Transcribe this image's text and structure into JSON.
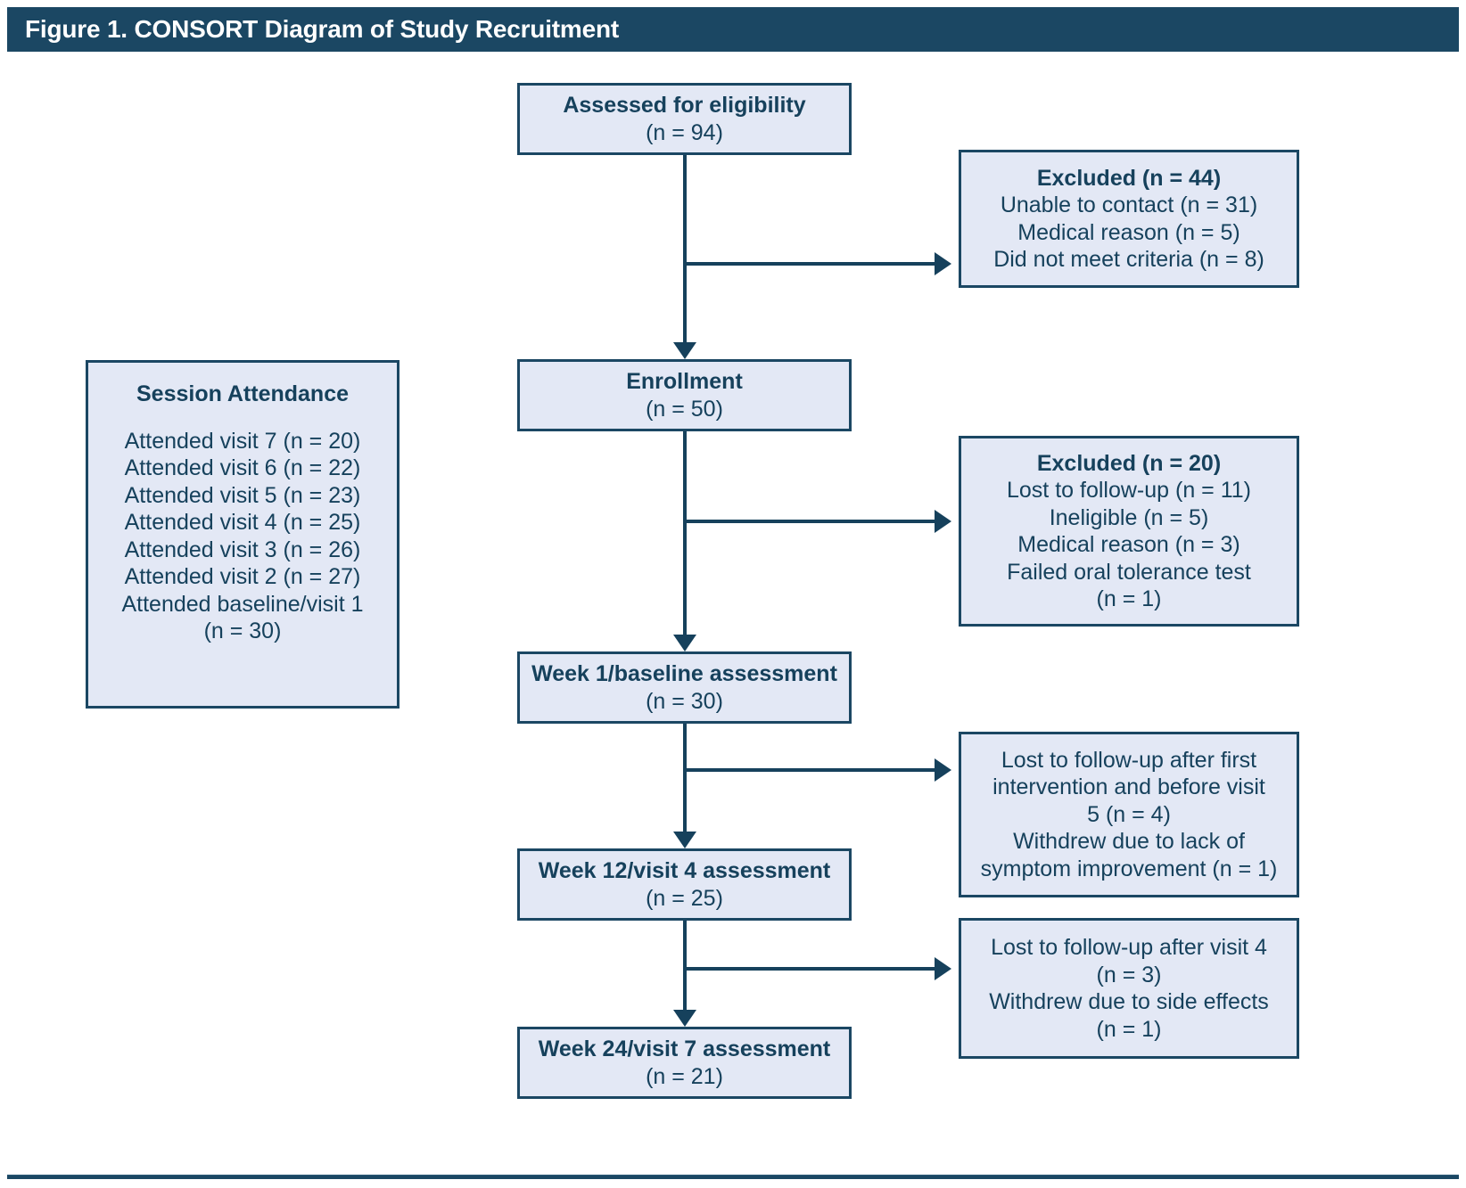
{
  "figure": {
    "title": "Figure 1. CONSORT Diagram of Study Recruitment",
    "title_bar_color": "#1b4763",
    "box_fill_color": "#e3e8f5",
    "box_border_color": "#1b4763",
    "text_color": "#16415c"
  },
  "flow": {
    "assessed": {
      "heading": "Assessed for eligibility",
      "count": "(n = 94)"
    },
    "enrollment": {
      "heading": "Enrollment",
      "count": "(n = 50)"
    },
    "week1": {
      "heading": "Week 1/baseline assessment",
      "count": "(n = 30)"
    },
    "week12": {
      "heading": "Week 12/visit 4 assessment",
      "count": "(n = 25)"
    },
    "week24": {
      "heading": "Week 24/visit 7 assessment",
      "count": "(n = 21)"
    }
  },
  "excluded_1": {
    "heading": "Excluded (n = 44)",
    "reasons": [
      "Unable to contact (n = 31)",
      "Medical reason (n = 5)",
      "Did not meet criteria (n = 8)"
    ]
  },
  "excluded_2": {
    "heading": "Excluded (n = 20)",
    "reasons": [
      "Lost to follow-up (n = 11)",
      "Ineligible (n = 5)",
      "Medical reason (n = 3)",
      "Failed oral tolerance test",
      "(n = 1)"
    ]
  },
  "attrition_1": {
    "lines": [
      "Lost to follow-up after first",
      "intervention and before visit",
      "5 (n = 4)",
      "Withdrew due to lack of",
      "symptom improvement (n = 1)"
    ]
  },
  "attrition_2": {
    "lines": [
      "Lost to follow-up after visit 4",
      "(n = 3)",
      "Withdrew due to side effects",
      "(n = 1)"
    ]
  },
  "session_attendance": {
    "heading": "Session Attendance",
    "items": [
      "Attended visit 7 (n = 20)",
      "Attended visit 6 (n = 22)",
      "Attended visit 5 (n = 23)",
      "Attended visit 4 (n = 25)",
      "Attended visit 3 (n = 26)",
      "Attended visit 2 (n = 27)",
      "Attended baseline/visit 1",
      "(n = 30)"
    ]
  }
}
